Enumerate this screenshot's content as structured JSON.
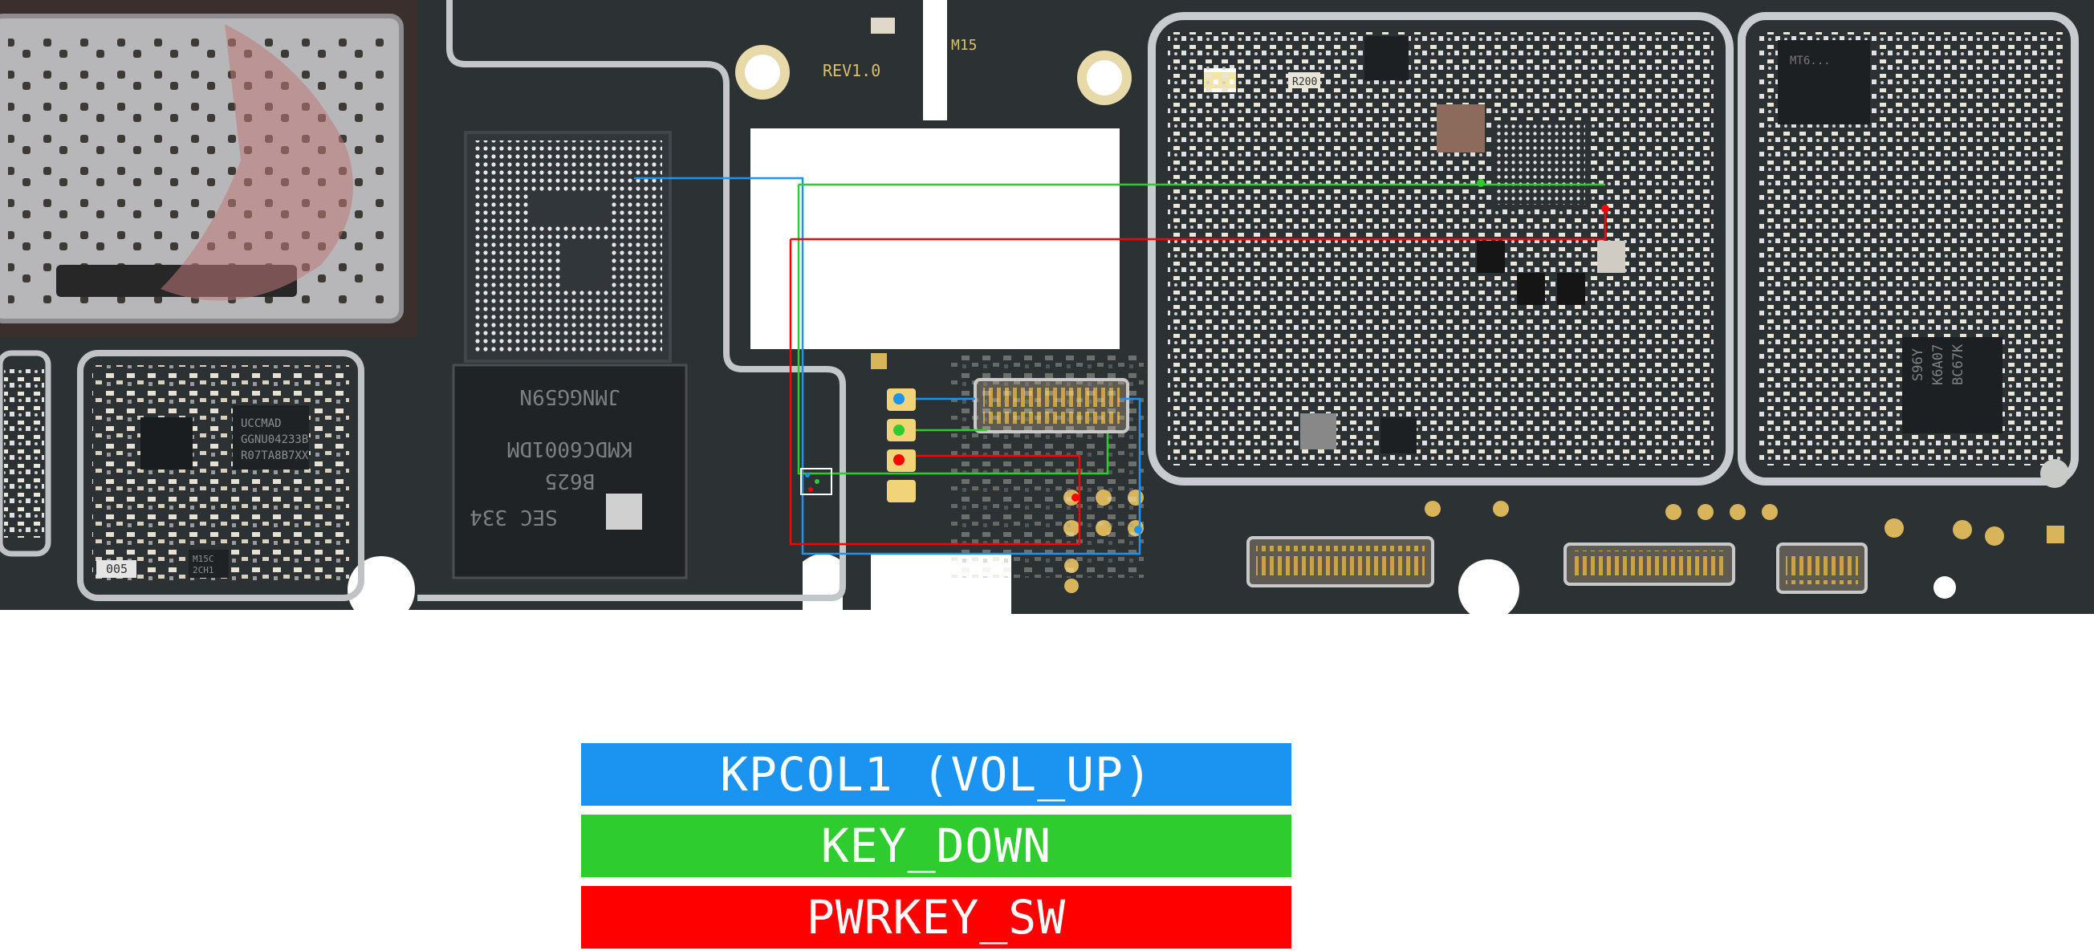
{
  "board_silkscreen": {
    "rev": "REV1.0",
    "m15": "M15",
    "r200": "R200",
    "code005": "005",
    "mem_top": "JMNGG59N",
    "mem_lines": [
      "KMDC6001DM",
      "B625",
      "SEC 334"
    ],
    "pmic_lines": [
      "UCCMAD",
      "GGNU04233B",
      "R07TA8B7XX"
    ],
    "m15c": "M15C",
    "two_ch": "2CH1",
    "ic_right_lines": [
      "S96Y",
      "K6A07",
      "BC67K"
    ],
    "ic_top_right": "MT6..."
  },
  "legend": [
    {
      "label": "KPCOL1 (VOL_UP)",
      "color": "#1a94f0"
    },
    {
      "label": "KEY_DOWN",
      "color": "#2ecc2e"
    },
    {
      "label": "PWRKEY_SW",
      "color": "#ff0000"
    }
  ],
  "colors": {
    "board": "#2b3033",
    "board_edge": "#3a4044",
    "shield": "#c8ccd0",
    "pad_gold": "#d9b45a",
    "component": "#e8e2d6"
  }
}
